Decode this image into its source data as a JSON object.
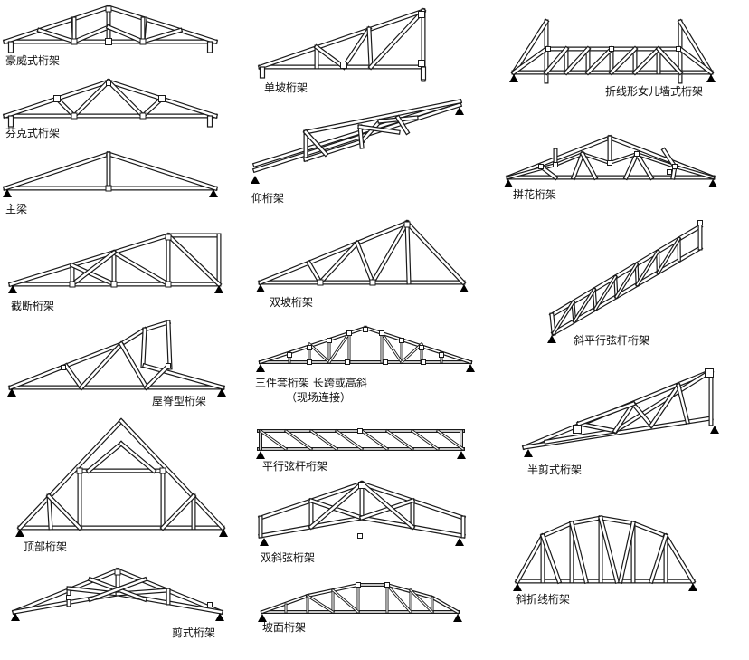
{
  "colors": {
    "member": "#1a1a1a",
    "background": "#ffffff",
    "support": "#000000"
  },
  "trusses": [
    {
      "id": "howe",
      "label": "豪威式桁架"
    },
    {
      "id": "fink",
      "label": "芬克式桁架"
    },
    {
      "id": "king-post",
      "label": "主梁"
    },
    {
      "id": "cut-off",
      "label": "截断桁架"
    },
    {
      "id": "ridge-type",
      "label": "屋脊型桁架"
    },
    {
      "id": "attic",
      "label": "顶部桁架"
    },
    {
      "id": "scissor",
      "label": "剪式桁架"
    },
    {
      "id": "mono-pitch",
      "label": "单坡桁架"
    },
    {
      "id": "upward",
      "label": "仰桁架"
    },
    {
      "id": "dual-pitch",
      "label": "双坡桁架"
    },
    {
      "id": "three-piece",
      "label": "三件套桁架 长跨或高斜",
      "label2": "（现场连接）"
    },
    {
      "id": "parallel-chord",
      "label": "平行弦杆桁架"
    },
    {
      "id": "double-slope-chord",
      "label": "双斜弦桁架"
    },
    {
      "id": "slope-face",
      "label": "坡面桁架"
    },
    {
      "id": "folded-parapet",
      "label": "折线形女儿墙式桁架"
    },
    {
      "id": "patterned",
      "label": "拼花桁架"
    },
    {
      "id": "sloped-parallel-chord",
      "label": "斜平行弦杆桁架"
    },
    {
      "id": "half-scissor",
      "label": "半剪式桁架"
    },
    {
      "id": "sloped-folded",
      "label": "斜折线桁架"
    }
  ]
}
